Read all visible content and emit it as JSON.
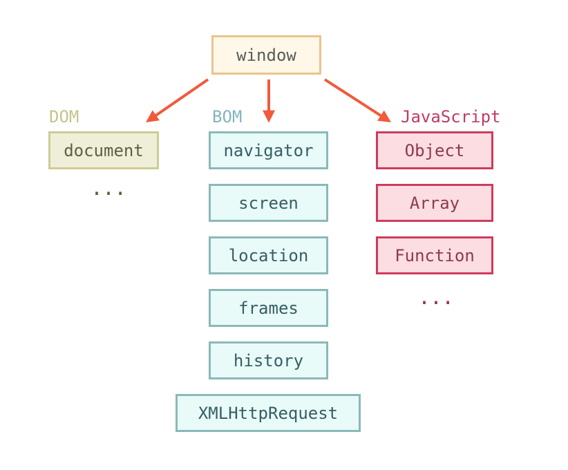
{
  "root": {
    "label": "window"
  },
  "groups": {
    "dom": {
      "title": "DOM",
      "items": [
        "document"
      ],
      "more": "..."
    },
    "bom": {
      "title": "BOM",
      "items": [
        "navigator",
        "screen",
        "location",
        "frames",
        "history",
        "XMLHttpRequest"
      ]
    },
    "javascript": {
      "title": "JavaScript",
      "items": [
        "Object",
        "Array",
        "Function"
      ],
      "more": "..."
    }
  },
  "colors": {
    "arrow": "#f15a3b",
    "window_fill": "#fff8e8",
    "window_border": "#e9c48c",
    "dom_fill": "#efefd9",
    "dom_border": "#cccc94",
    "bom_fill": "#e8fbf9",
    "bom_border": "#8bb8b8",
    "js_fill": "#fcdde1",
    "js_border": "#cd3b5c"
  }
}
